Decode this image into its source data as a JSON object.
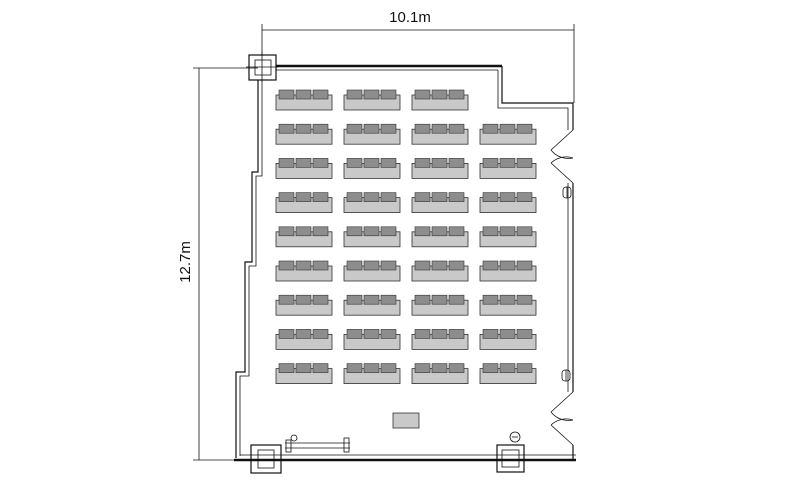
{
  "dimensions": {
    "width_label": "10.1m",
    "height_label": "12.7m"
  },
  "seating": {
    "rows": [
      3,
      4,
      4,
      4,
      4,
      4,
      4,
      4,
      4
    ],
    "seats_per_desk": 3
  },
  "colors": {
    "desk": "#c9c9c9",
    "chair": "#8d8d8d",
    "line": "#111111"
  }
}
